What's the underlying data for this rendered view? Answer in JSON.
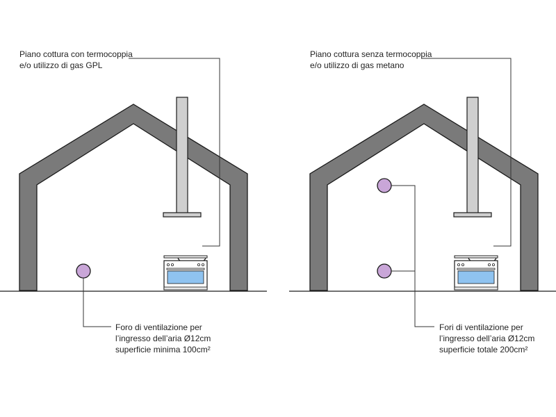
{
  "colors": {
    "wall": "#7a7a7a",
    "wall_stroke": "#1a1a1a",
    "chimney": "#cfcfcf",
    "vent_fill": "#c9a6d8",
    "leader_line": "#333333",
    "oven_window": "#8fc3f0"
  },
  "left_panel": {
    "callout_top": {
      "line1": "Piano cottura con termocoppia",
      "line2": "e/o utilizzo di gas GPL"
    },
    "callout_bottom": {
      "line1": "Foro di ventilazione per",
      "line2": "l’ingresso dell’aria Ø12cm",
      "line3": "superficie minima 100cm²"
    }
  },
  "right_panel": {
    "callout_top": {
      "line1": "Piano cottura senza termocoppia",
      "line2": "e/o utilizzo di gas metano"
    },
    "callout_bottom": {
      "line1": "Fori di ventilazione per",
      "line2": "l’ingresso dell’aria Ø12cm",
      "line3": "superficie totale 200cm²"
    }
  }
}
